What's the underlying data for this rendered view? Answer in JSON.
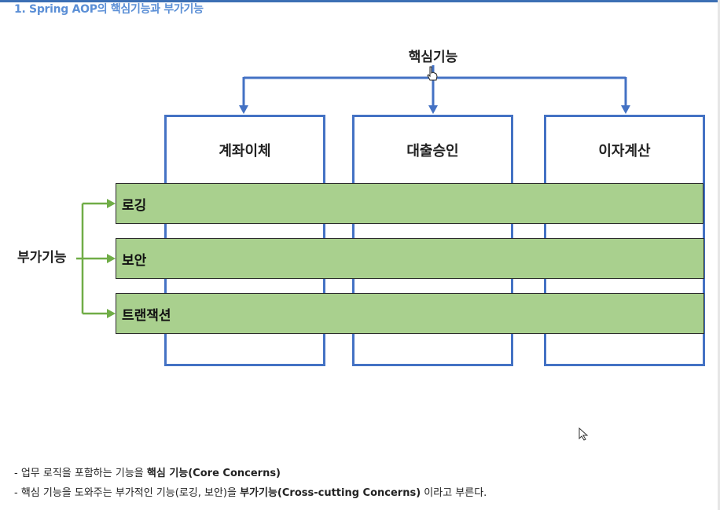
{
  "heading": "1. Spring AOP의 핵심기능과 부가기능",
  "diagram": {
    "core_label": "핵심기능",
    "aux_label": "부가기능",
    "modules": [
      "계좌이체",
      "대출승인",
      "이자계산"
    ],
    "concerns": [
      "로깅",
      "보안",
      "트랜잭션"
    ],
    "colors": {
      "module_border": "#4472c4",
      "concern_fill": "#a9d08e",
      "aux_arrow": "#70ad47",
      "heading": "#5b8fd6"
    }
  },
  "notes": [
    {
      "prefix": "- 업무 로직을 포함하는 기능을 ",
      "bold": "핵심 기능(Core Concerns)",
      "suffix": ""
    },
    {
      "prefix": "- 핵심 기능을 도와주는 부가적인 기능(로깅, 보안)을 ",
      "bold": "부가기능(Cross-cutting Concerns)",
      "suffix": " 이라고 부른다."
    }
  ]
}
